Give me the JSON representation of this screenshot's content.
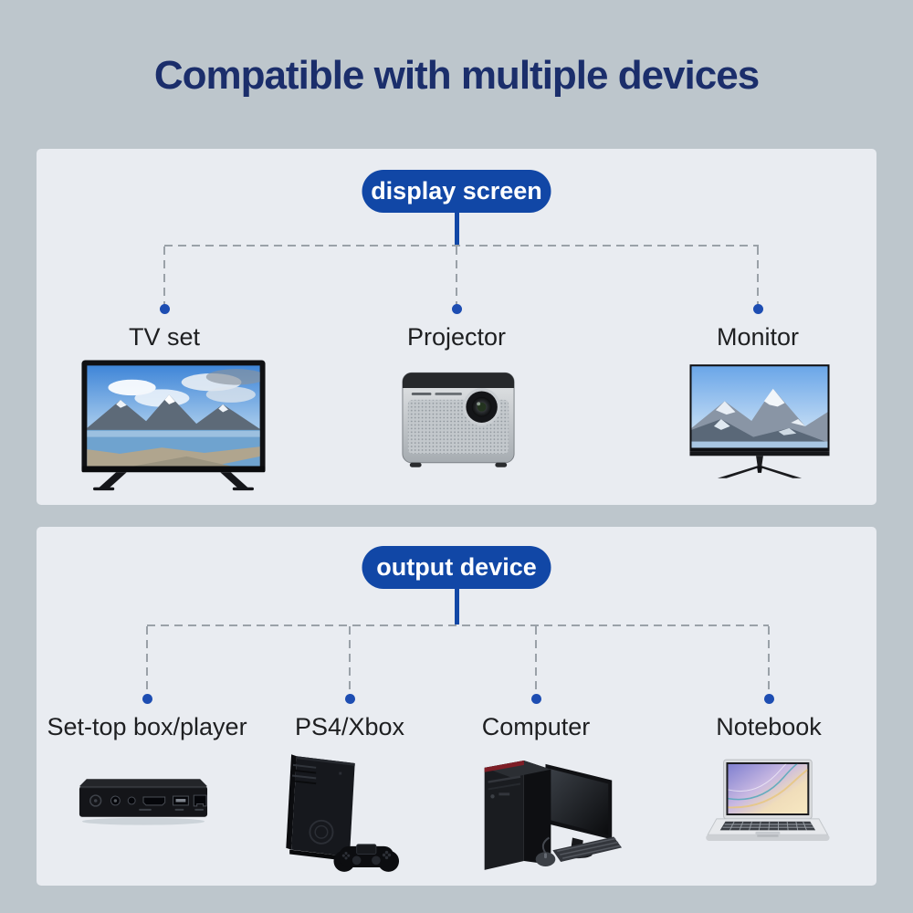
{
  "page": {
    "title": "Compatible with multiple devices",
    "colors": {
      "background": "#bdc6cc",
      "card": "#e9ecf1",
      "accent_blue": "#1147a6",
      "title_navy": "#1b2e6b",
      "dot_blue": "#1d4db2",
      "dash_gray": "#9aa1a8",
      "label_text": "#1e1f21",
      "pill_text": "#ffffff"
    }
  },
  "sections": [
    {
      "header": "display screen",
      "items": [
        {
          "label": "TV set",
          "icon": "tv-illustration"
        },
        {
          "label": "Projector",
          "icon": "projector-illustration"
        },
        {
          "label": "Monitor",
          "icon": "monitor-illustration"
        }
      ]
    },
    {
      "header": "output device",
      "items": [
        {
          "label": "Set-top box/player",
          "icon": "set-top-box-illustration"
        },
        {
          "label": "PS4/Xbox",
          "icon": "game-console-illustration"
        },
        {
          "label": "Computer",
          "icon": "desktop-computer-illustration"
        },
        {
          "label": "Notebook",
          "icon": "notebook-illustration"
        }
      ]
    }
  ]
}
